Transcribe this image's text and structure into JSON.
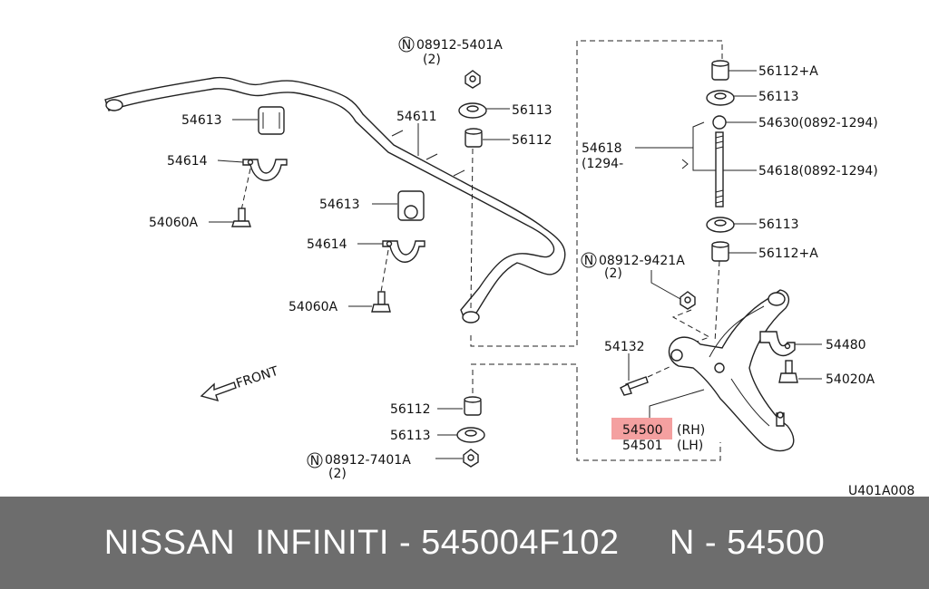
{
  "labels": {
    "nut_top_code": "08912-5401A",
    "nut_top_qty": "(2)",
    "washer_top": "56113",
    "bushing_top": "56112",
    "stabilizer_bar": "54611",
    "bushing_left_1": "54613",
    "clamp_left_1": "54614",
    "bolt_left_1": "54060A",
    "bushing_left_2": "54613",
    "clamp_left_2": "54614",
    "bolt_left_2": "54060A",
    "front_text": "FRONT",
    "bushing_bottom": "56112",
    "washer_bottom": "56113",
    "nut_bottom_code": "08912-7401A",
    "nut_bottom_qty": "(2)",
    "link_bushing_top": "56112+A",
    "link_washer_top": "56113",
    "link_collar": "54630(0892-1294)",
    "link_rod_left": "54618",
    "link_rod_left_date": "(1294-",
    "link_rod_right": "54618(0892-1294)",
    "link_washer_bottom": "56113",
    "link_bushing_bottom": "56112+A",
    "arm_nut_code": "08912-9421A",
    "arm_nut_qty": "(2)",
    "arm_bolt": "54132",
    "bracket": "54480",
    "bracket_bolt": "54020A",
    "arm_rh": "54500",
    "arm_rh_side": "(RH)",
    "arm_lh": "54501",
    "arm_lh_side": "(LH)",
    "diagram_code": "U401A008"
  },
  "circled_marker": "N",
  "highlight_color": "#f4a0a0",
  "footer": {
    "text": "NISSAN  INFINITI - 545004F102     N - 54500"
  }
}
